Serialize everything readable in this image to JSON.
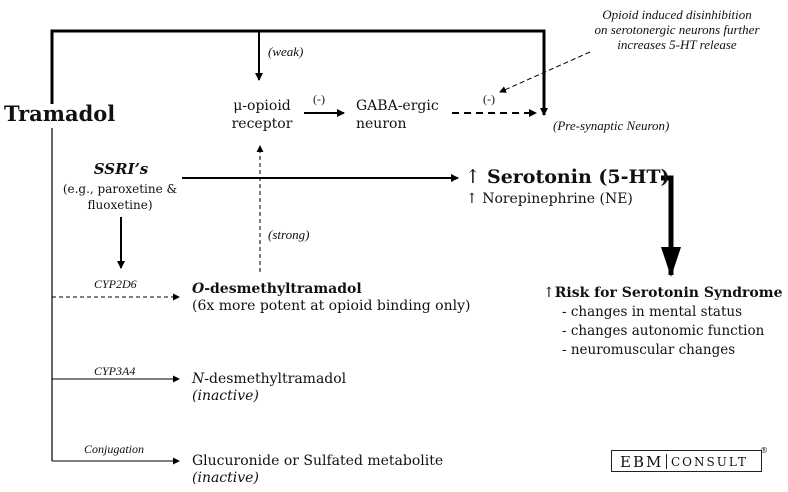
{
  "drug": "Tramadol",
  "annotation": {
    "line1": "Opioid induced disinhibition",
    "line2": "on serotonergic neurons further",
    "line3": "increases 5-HT release"
  },
  "mu_opioid": {
    "line1": "μ-opioid",
    "line2": "receptor"
  },
  "gaba": {
    "line1": "GABA-ergic",
    "line2": "neuron"
  },
  "weak_label": "(weak)",
  "strong_label": "(strong)",
  "minus_1": "(-)",
  "minus_2": "(-)",
  "presynaptic": "(Pre-synaptic Neuron)",
  "ssri": {
    "title": "SSRI’s",
    "line1": "(e.g., paroxetine &",
    "line2": "fluoxetine)"
  },
  "serotonin": {
    "arrow": "↑",
    "label": "Serotonin (5-HT)"
  },
  "norepinephrine": {
    "arrow": "↑",
    "label": "Norepinephrine (NE)"
  },
  "risk": {
    "arrow": "↑",
    "title": "Risk for Serotonin Syndrome",
    "items": [
      "- changes in mental status",
      "- changes autonomic function",
      "- neuromuscular changes"
    ]
  },
  "pathways": [
    {
      "enzyme": "CYP2D6",
      "metabolite_prefix": "O",
      "metabolite_rest": "-desmethyltramadol",
      "note": "(6x more potent at opioid binding only)"
    },
    {
      "enzyme": "CYP3A4",
      "metabolite_prefix": "N",
      "metabolite_rest": "-desmethyltramadol",
      "note": "(inactive)"
    },
    {
      "enzyme": "Conjugation",
      "metabolite": "Glucuronide or Sulfated metabolite",
      "note": "(inactive)"
    }
  ],
  "logo": {
    "part1": "EBM",
    "part2": "CONSULT",
    "reg": "®"
  }
}
